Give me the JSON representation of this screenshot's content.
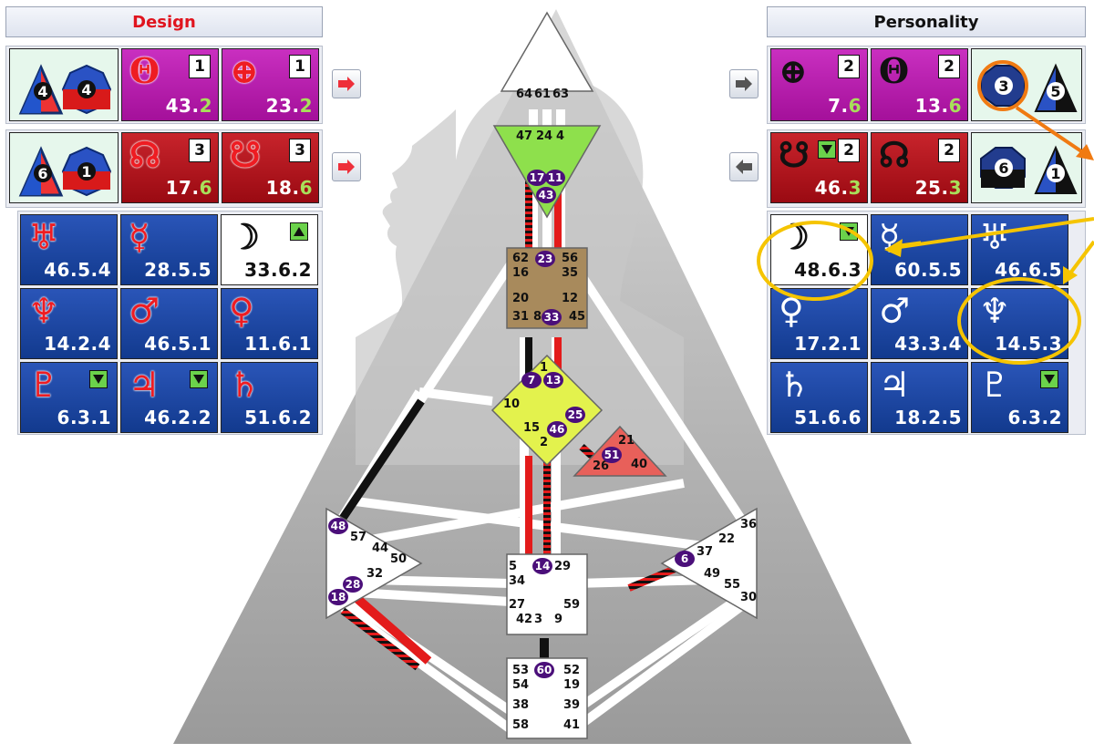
{
  "design": {
    "title": "Design",
    "row1": {
      "icon_left": "4",
      "icon_right": "4",
      "cells": [
        {
          "glyph": "Θ",
          "badge": "1",
          "value_main": "43.",
          "value_hi": "2"
        },
        {
          "glyph": "⊕",
          "badge": "1",
          "value_main": "23.",
          "value_hi": "2"
        }
      ]
    },
    "row2": {
      "icon_left": "6",
      "icon_right": "1",
      "cells": [
        {
          "glyph": "☊",
          "badge": "3",
          "value_main": "17.",
          "value_hi": "6"
        },
        {
          "glyph": "☋",
          "badge": "3",
          "value_main": "18.",
          "value_hi": "6"
        }
      ]
    },
    "grid": [
      {
        "glyph": "♅",
        "value": "46.5.4",
        "tri": ""
      },
      {
        "glyph": "☿",
        "value": "28.5.5",
        "tri": ""
      },
      {
        "glyph": "☽",
        "value": "33.6.2",
        "tri": "up"
      },
      {
        "glyph": "♆",
        "value": "14.2.4",
        "tri": ""
      },
      {
        "glyph": "♂",
        "value": "46.5.1",
        "tri": ""
      },
      {
        "glyph": "♀",
        "value": "11.6.1",
        "tri": ""
      },
      {
        "glyph": "♇",
        "value": "6.3.1",
        "tri": "down"
      },
      {
        "glyph": "♃",
        "value": "46.2.2",
        "tri": "down"
      },
      {
        "glyph": "♄",
        "value": "51.6.2",
        "tri": ""
      }
    ]
  },
  "personality": {
    "title": "Personality",
    "row1": {
      "icon_left": "3",
      "icon_right": "5",
      "cells": [
        {
          "glyph": "⊕",
          "badge": "2",
          "value_main": "7.",
          "value_hi": "6"
        },
        {
          "glyph": "Θ",
          "badge": "2",
          "value_main": "13.",
          "value_hi": "6"
        }
      ]
    },
    "row2": {
      "icon_left": "6",
      "icon_right": "1",
      "cells": [
        {
          "glyph": "☋",
          "badge": "2",
          "value_main": "46.",
          "value_hi": "3"
        },
        {
          "glyph": "☊",
          "badge": "2",
          "value_main": "25.",
          "value_hi": "3"
        }
      ]
    },
    "grid": [
      {
        "glyph": "☽",
        "value": "48.6.3",
        "tri": "down"
      },
      {
        "glyph": "☿",
        "value": "60.5.5",
        "tri": ""
      },
      {
        "glyph": "♅",
        "value": "46.6.5",
        "tri": ""
      },
      {
        "glyph": "♀",
        "value": "17.2.1",
        "tri": ""
      },
      {
        "glyph": "♂",
        "value": "43.3.4",
        "tri": ""
      },
      {
        "glyph": "♆",
        "value": "14.5.3",
        "tri": ""
      },
      {
        "glyph": "♄",
        "value": "51.6.6",
        "tri": ""
      },
      {
        "glyph": "♃",
        "value": "18.2.5",
        "tri": ""
      },
      {
        "glyph": "♇",
        "value": "6.3.2",
        "tri": "down"
      }
    ]
  },
  "bodygraph": {
    "head": [
      "64",
      "61",
      "63"
    ],
    "ajna": [
      "47",
      "24",
      "4"
    ],
    "ajna_active": [
      "17",
      "11",
      "43"
    ],
    "throat_left": [
      "62",
      "16",
      "20",
      "31",
      "8"
    ],
    "throat_right": [
      "56",
      "35",
      "12",
      "45"
    ],
    "throat_active": [
      "23",
      "33"
    ],
    "g_center": [
      "1",
      "10",
      "15",
      "2"
    ],
    "g_active": [
      "7",
      "13",
      "25",
      "46"
    ],
    "heart": [
      "21",
      "26",
      "40"
    ],
    "heart_active": [
      "51"
    ],
    "spleen": [
      "57",
      "44",
      "50",
      "32"
    ],
    "spleen_active": [
      "48",
      "28",
      "18"
    ],
    "solar": [
      "36",
      "22",
      "37",
      "49",
      "55",
      "30"
    ],
    "solar_active": [
      "6"
    ],
    "sacral": [
      "5",
      "29",
      "34",
      "27",
      "59",
      "42",
      "3",
      "9"
    ],
    "sacral_active": [
      "14"
    ],
    "root_left": [
      "53",
      "54",
      "38",
      "58"
    ],
    "root_right": [
      "52",
      "19",
      "39",
      "41"
    ],
    "root_active": [
      "60"
    ]
  },
  "colors": {
    "accent_red": "#e0141e",
    "purple_cell": "#b41fab",
    "red_cell": "#b0141c",
    "blue_cell": "#1d4aa6",
    "circle_orange": "#f07a12",
    "circle_yellow": "#f5c400"
  }
}
